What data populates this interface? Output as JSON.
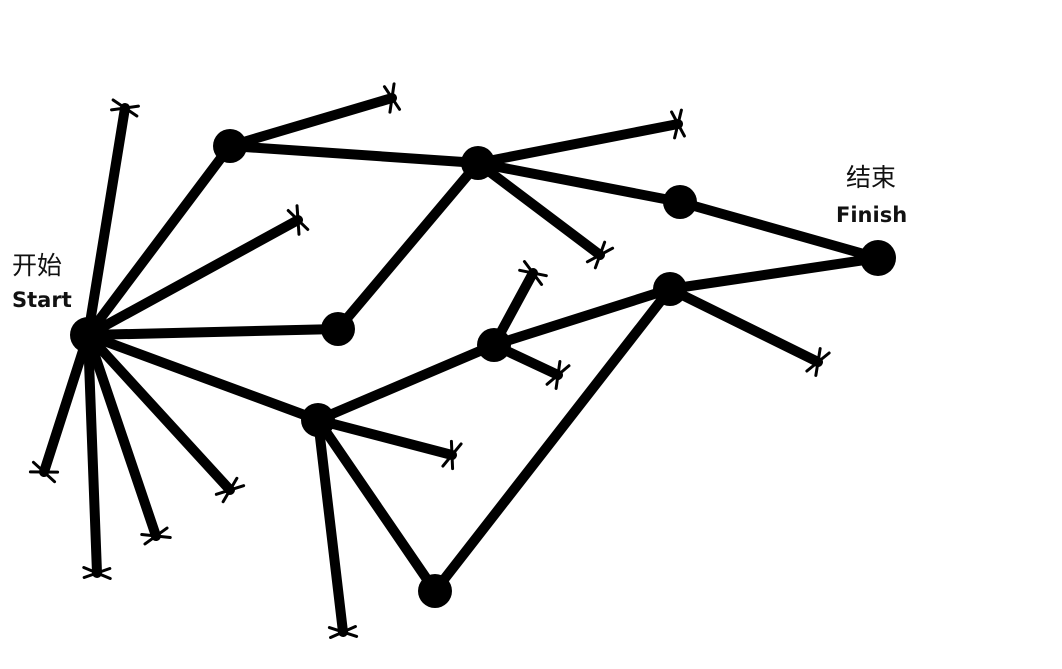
{
  "labels": {
    "start_zh": "开始",
    "start_en": "Start",
    "finish_zh": "结束",
    "finish_en": "Finish"
  },
  "colors": {
    "ink": "#000000",
    "background": "#ffffff"
  }
}
